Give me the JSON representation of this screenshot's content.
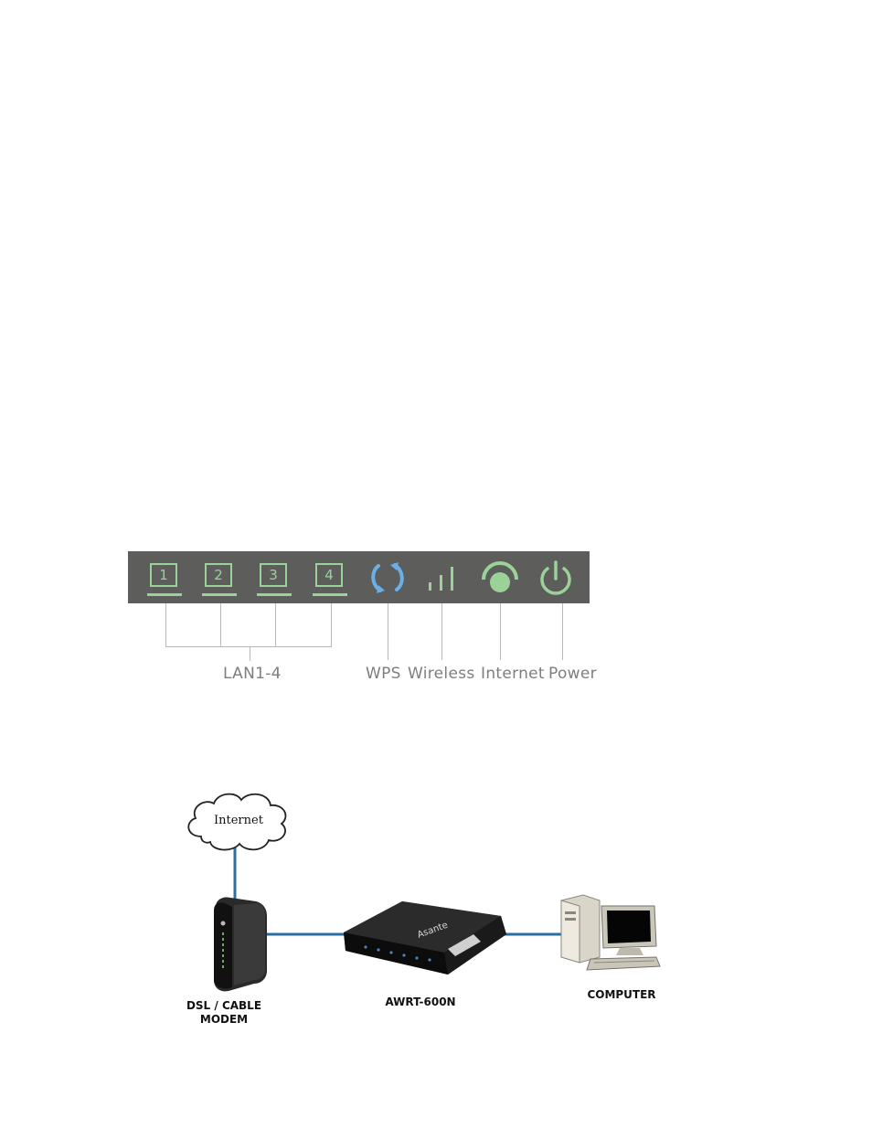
{
  "led_panel": {
    "lan_ports": [
      "1",
      "2",
      "3",
      "4"
    ],
    "labels": {
      "lan": "LAN1-4",
      "wps": "WPS",
      "wireless": "Wireless",
      "internet": "Internet",
      "power": "Power"
    },
    "colors": {
      "bar_background": "#5d5d5b",
      "led_green": "#9ad29a",
      "wps_blue": "#6ab0e6",
      "label_gray": "#7e7e7e"
    }
  },
  "network_diagram": {
    "cloud": "Internet",
    "modem_label_line1": "DSL / CABLE",
    "modem_label_line2": "MODEM",
    "router_label": "AWRT-600N",
    "router_brand": "Asante",
    "computer_label": "COMPUTER",
    "colors": {
      "link": "#2b6ea0"
    }
  }
}
